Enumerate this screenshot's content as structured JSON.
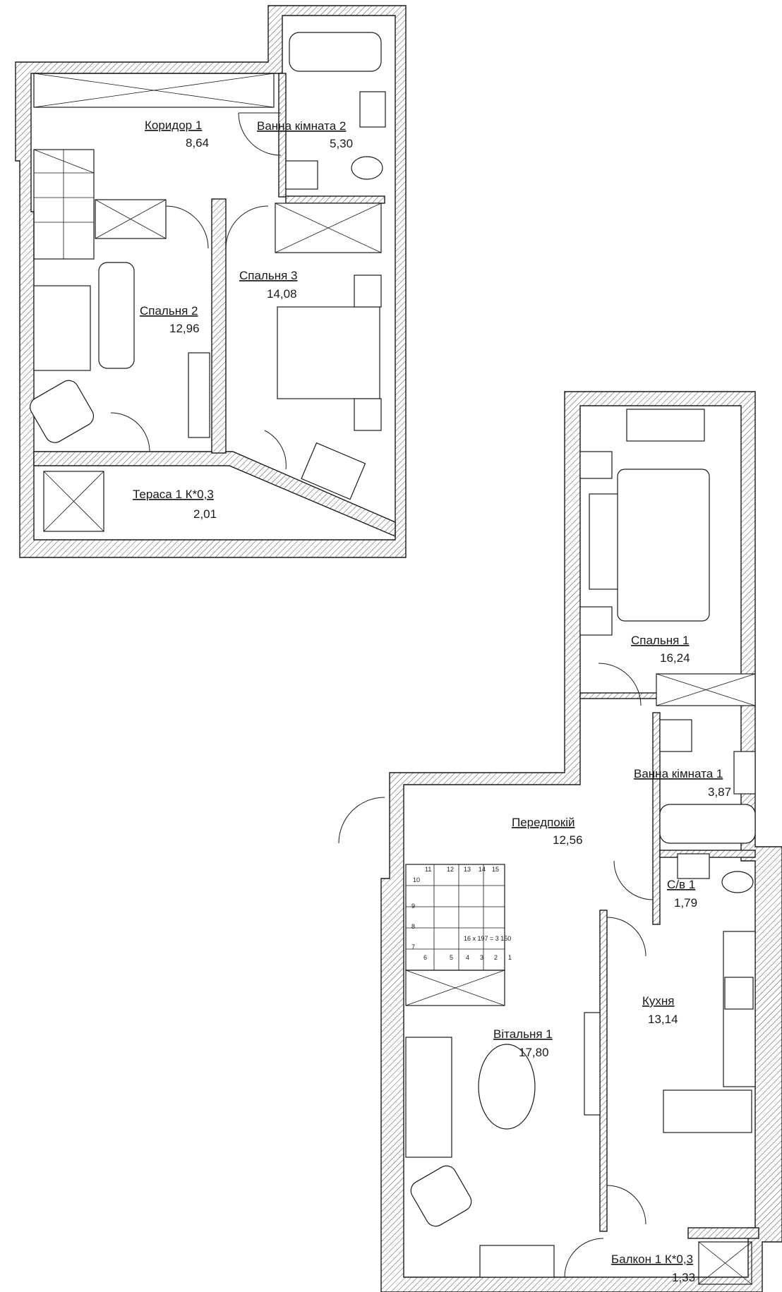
{
  "upper_floor": {
    "rooms": [
      {
        "id": "corridor-1",
        "name": "Коридор 1",
        "area": "8,64"
      },
      {
        "id": "bathroom-2",
        "name": "Ванна кімната 2",
        "area": "5,30"
      },
      {
        "id": "bedroom-3",
        "name": "Спальня 3",
        "area": "14,08"
      },
      {
        "id": "bedroom-2",
        "name": "Спальня 2",
        "area": "12,96"
      },
      {
        "id": "terrace-1",
        "name": "Тераса 1 К*0,3",
        "area": "2,01"
      }
    ]
  },
  "lower_floor": {
    "rooms": [
      {
        "id": "bedroom-1",
        "name": "Спальня 1",
        "area": "16,24"
      },
      {
        "id": "bathroom-1",
        "name": "Ванна кімната 1",
        "area": "3,87"
      },
      {
        "id": "hallway",
        "name": "Передпокій",
        "area": "12,56"
      },
      {
        "id": "wc-1",
        "name": "С/в 1",
        "area": "1,79"
      },
      {
        "id": "living-room-1",
        "name": "Вітальня 1",
        "area": "17,80"
      },
      {
        "id": "kitchen",
        "name": "Кухня",
        "area": "13,14"
      },
      {
        "id": "balcony-1",
        "name": "Балкон 1 К*0,3",
        "area": "1,33"
      }
    ],
    "stair_note": "16 х 197 = 3 150",
    "stair_steps": [
      "1",
      "2",
      "3",
      "4",
      "5",
      "6",
      "7",
      "8",
      "9",
      "10",
      "11",
      "12",
      "13",
      "14",
      "15"
    ]
  }
}
